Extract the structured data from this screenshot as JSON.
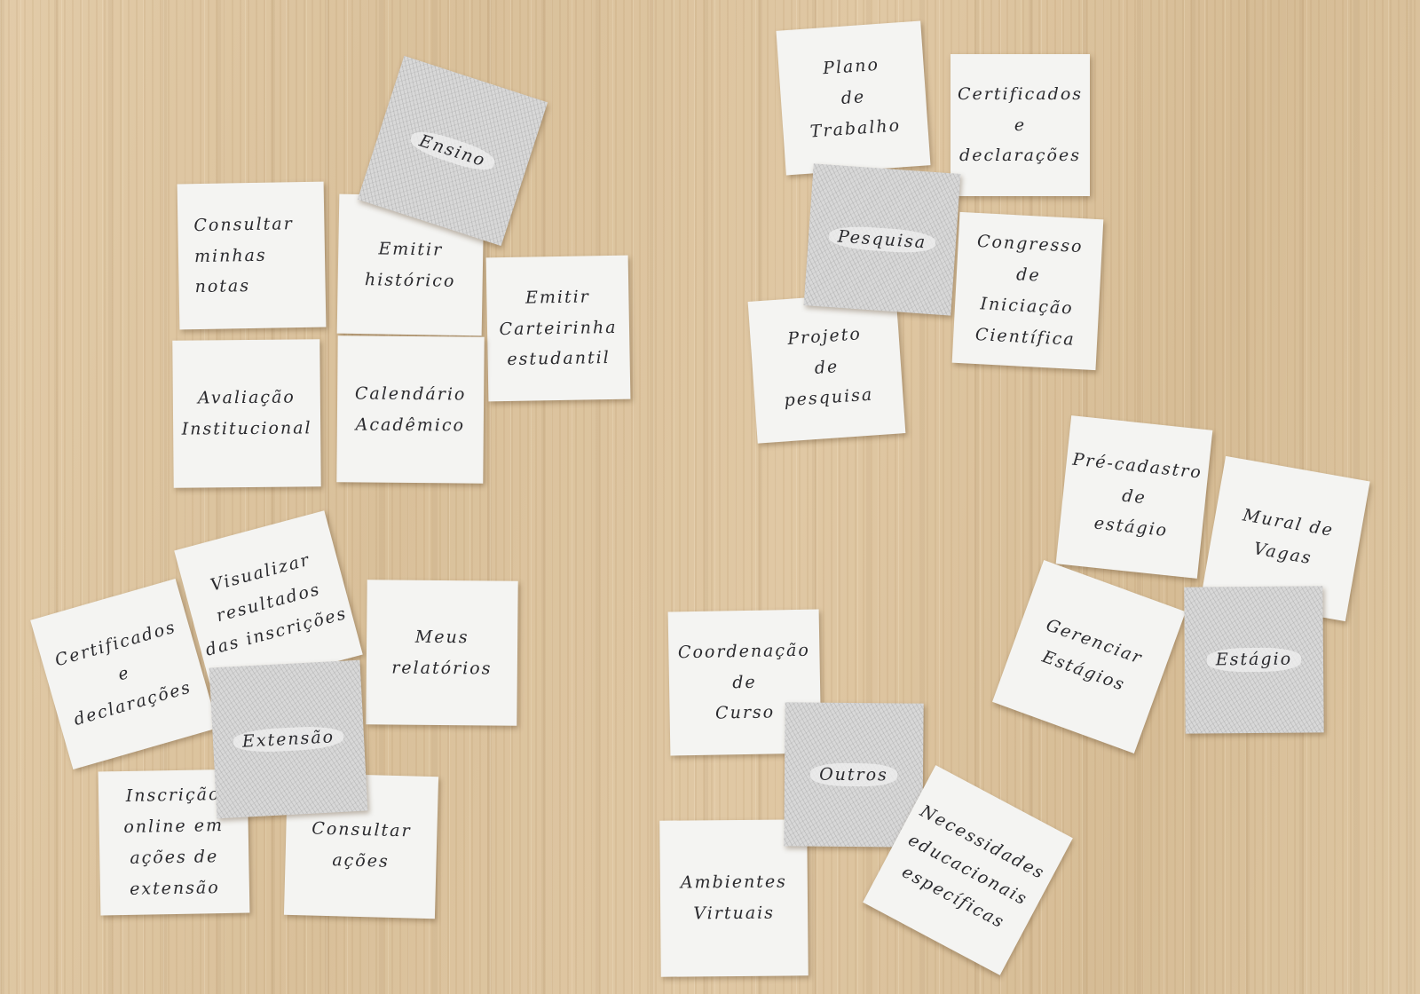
{
  "notes": {
    "ensino": {
      "lines": [
        "Ensino"
      ]
    },
    "consultar_notas": {
      "lines": [
        "Consultar",
        "minhas",
        "notas"
      ]
    },
    "emitir_historico": {
      "lines": [
        "Emitir",
        "histórico"
      ]
    },
    "emitir_carteirinha": {
      "lines": [
        "Emitir",
        "Carteirinha",
        "estudantil"
      ]
    },
    "avaliacao_institucional": {
      "lines": [
        "Avaliação",
        "Institucional"
      ]
    },
    "calendario_academico": {
      "lines": [
        "Calendário",
        "Acadêmico"
      ]
    },
    "plano_trabalho": {
      "lines": [
        "Plano",
        "de",
        "Trabalho"
      ]
    },
    "certificados_pesquisa": {
      "lines": [
        "Certificados",
        "e",
        "declarações"
      ]
    },
    "pesquisa": {
      "lines": [
        "Pesquisa"
      ]
    },
    "congresso": {
      "lines": [
        "Congresso",
        "de",
        "Iniciação",
        "Científica"
      ]
    },
    "projeto_pesquisa": {
      "lines": [
        "Projeto",
        "de",
        "pesquisa"
      ]
    },
    "pre_cadastro": {
      "lines": [
        "Pré-cadastro",
        "de",
        "estágio"
      ]
    },
    "mural_vagas": {
      "lines": [
        "Mural de",
        "Vagas"
      ]
    },
    "gerenciar_estagios": {
      "lines": [
        "Gerenciar",
        "Estágios"
      ]
    },
    "estagio": {
      "lines": [
        "Estágio"
      ]
    },
    "certificados_extensao": {
      "lines": [
        "Certificados",
        "e",
        "declarações"
      ]
    },
    "visualizar_resultados": {
      "lines": [
        "Visualizar",
        "resultados",
        "das inscrições"
      ]
    },
    "meus_relatorios": {
      "lines": [
        "Meus",
        "relatórios"
      ]
    },
    "extensao": {
      "lines": [
        "Extensão"
      ]
    },
    "inscricao_online": {
      "lines": [
        "Inscrição",
        "online em",
        "ações de",
        "extensão"
      ]
    },
    "consultar_acoes": {
      "lines": [
        "Consultar",
        "ações"
      ]
    },
    "coordenacao_curso": {
      "lines": [
        "Coordenação",
        "de",
        "Curso"
      ]
    },
    "outros": {
      "lines": [
        "Outros"
      ]
    },
    "ambientes_virtuais": {
      "lines": [
        "Ambientes",
        "Virtuais"
      ]
    },
    "necessidades": {
      "lines": [
        "Necessidades",
        "educacionais",
        "específicas"
      ]
    }
  }
}
